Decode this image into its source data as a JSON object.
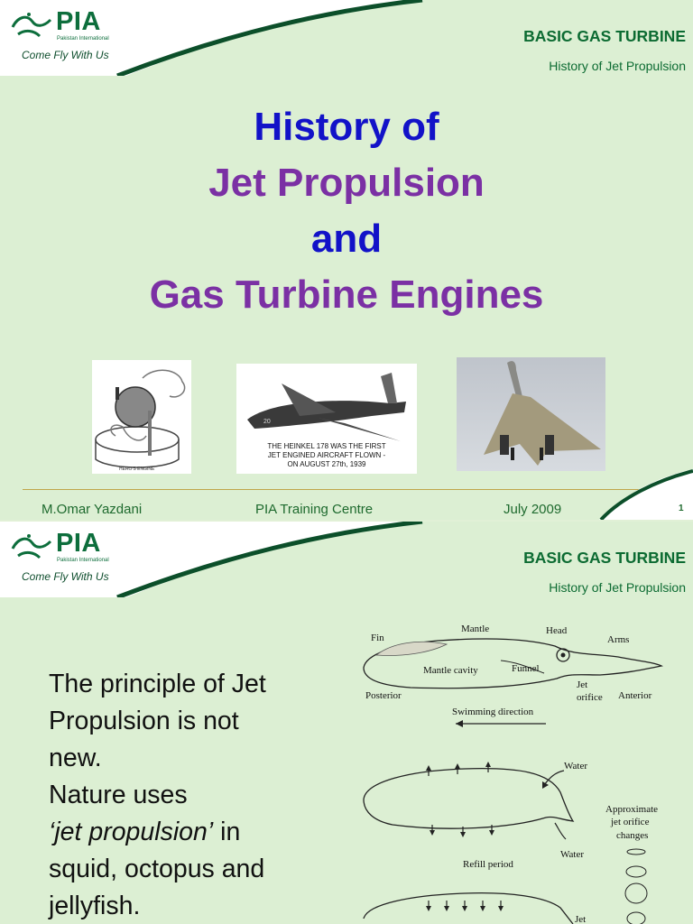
{
  "header": {
    "logo_text": "PIA",
    "logo_sub": "Pakistan International",
    "slogan": "Come Fly With Us",
    "title": "BASIC GAS TURBINE",
    "subtitle": "History of Jet Propulsion"
  },
  "slide1": {
    "title_lines": [
      "History of",
      "Jet Propulsion",
      "and",
      "Gas Turbine Engines"
    ],
    "images": {
      "hero_caption": "HERO'S ENGINE",
      "heinkel_caption_lines": [
        "THE HEINKEL 178 WAS THE FIRST",
        "JET ENGINED AIRCRAFT FLOWN -",
        "ON AUGUST 27th, 1939"
      ],
      "heinkel_number": "20"
    },
    "footer": {
      "author": "M.Omar Yazdani",
      "centre": "PIA Training Centre",
      "date": "July 2009",
      "page": "1"
    }
  },
  "slide2": {
    "text_lines": [
      "The principle of Jet",
      "Propulsion is not",
      "new.",
      "Nature uses",
      "‘jet propulsion’",
      " in",
      "squid, octopus and",
      "jellyfish."
    ],
    "diagram_labels": {
      "fin": "Fin",
      "mantle": "Mantle",
      "head": "Head",
      "arms": "Arms",
      "mantle_cavity": "Mantle cavity",
      "funnel": "Funnel",
      "jet_orifice_1": "Jet",
      "jet_orifice_2": "orifice",
      "posterior": "Posterior",
      "anterior": "Anterior",
      "swimming_direction": "Swimming direction",
      "water_top": "Water",
      "water_bottom": "Water",
      "approx_1": "Approximate",
      "approx_2": "jet orifice",
      "approx_3": "changes",
      "refill": "Refill period",
      "jet_bottom": "Jet"
    }
  },
  "colors": {
    "accent_green": "#0c6b32",
    "title_blue": "#1212c8",
    "title_purple": "#7b30a4",
    "background": "#dcefd3"
  }
}
